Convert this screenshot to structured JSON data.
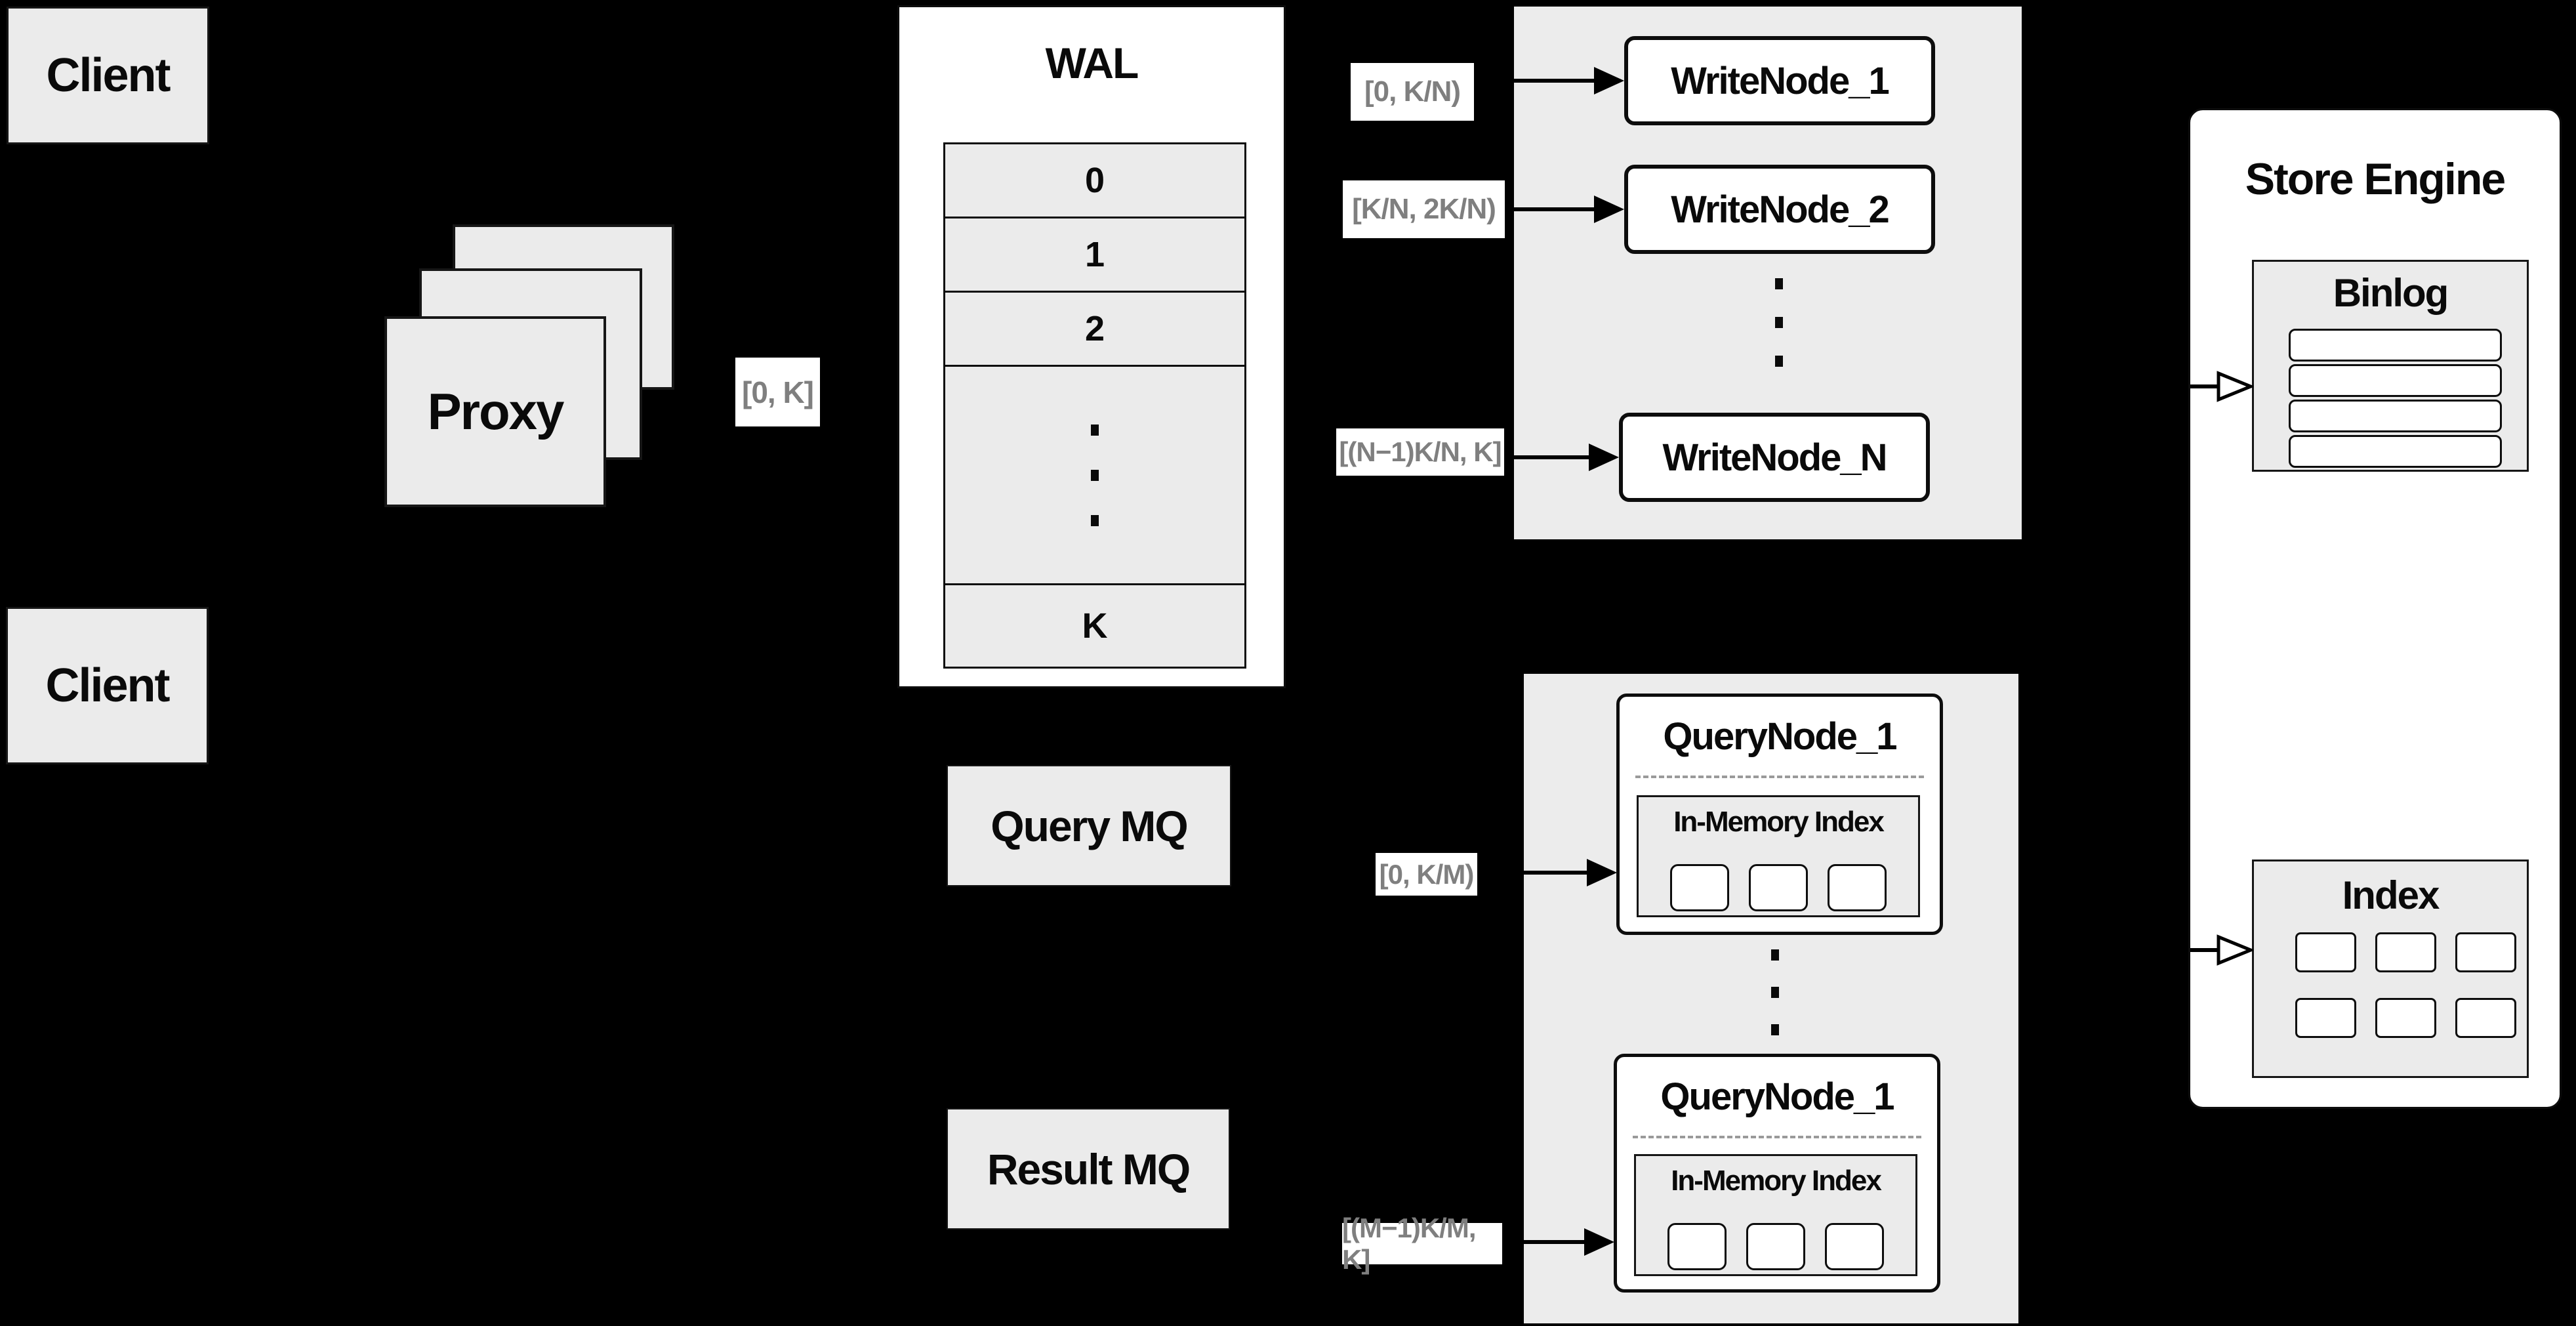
{
  "diagram": {
    "background_color": "#000000",
    "panel_color": "#ececec",
    "box_color": "#ebebeb",
    "accent_border_color": "#0d0d0d",
    "range_label_text_color": "#7f7f7f"
  },
  "clients": {
    "top": "Client",
    "bottom": "Client"
  },
  "proxy": {
    "label": "Proxy"
  },
  "wal": {
    "title": "WAL",
    "rows": [
      "0",
      "1",
      "2"
    ],
    "ellipsis_row": "⋮",
    "last_row": "K"
  },
  "mq": {
    "query": "Query MQ",
    "result": "Result MQ"
  },
  "range_labels": {
    "proxy_out": "[0, K]",
    "write_1": "[0,  K/N)",
    "write_2": "[K/N, 2K/N)",
    "write_n": "[(N−1)K/N,  K]",
    "query_1": "[0, K/M)",
    "query_m": "[(M−1)K/M, K]"
  },
  "write_nodes": {
    "node_1": "WriteNode_1",
    "node_2": "WriteNode_2",
    "node_n": "WriteNode_N"
  },
  "query_nodes": {
    "node_top": "QueryNode_1",
    "node_bottom": "QueryNode_1",
    "inmem_title_top": "In-Memory Index",
    "inmem_title_bottom": "In-Memory Index"
  },
  "store": {
    "title": "Store Engine",
    "binlog_title": "Binlog",
    "index_title": "Index"
  }
}
